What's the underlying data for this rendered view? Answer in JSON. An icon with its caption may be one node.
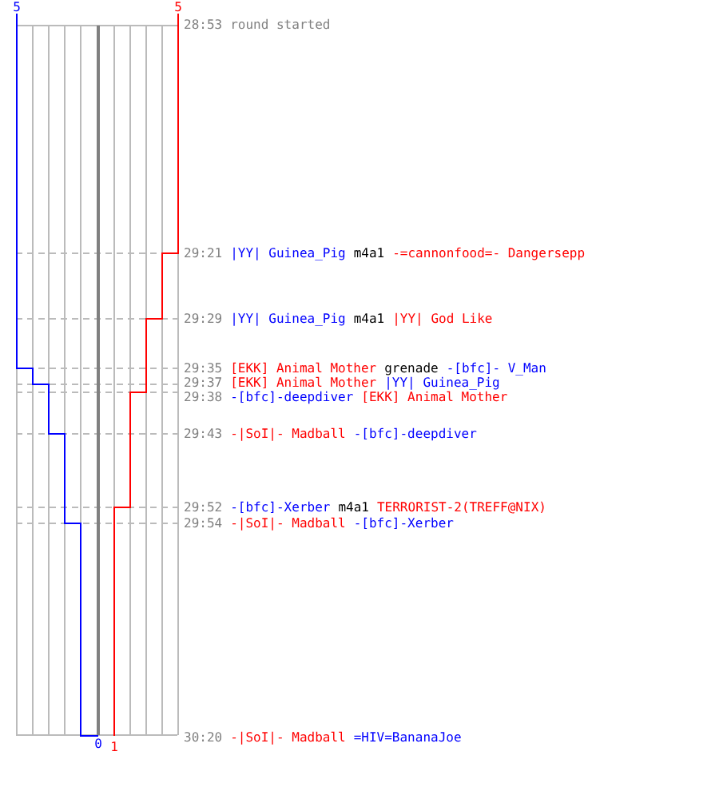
{
  "diagram": {
    "labels": [
      "5",
      "5",
      "28:53",
      "round started",
      "29:21",
      "|YY| Guinea_Pig",
      "m4a1",
      "-=cannonfood=- Dangersepp",
      "29:29",
      "|YY| Guinea_Pig",
      "m4a1",
      "|YY| God Like",
      "29:35",
      "[EKK] Animal Mother",
      "grenade",
      "-[bfc]- V_Man",
      "29:37",
      "[EKK] Animal Mother",
      "|YY| Guinea_Pig",
      "29:38",
      "-[bfc]-deepdiver",
      "[EKK] Animal Mother",
      "29:43",
      "-|SoI|- Madball",
      "-[bfc]-deepdiver",
      "29:52",
      "-[bfc]-Xerber",
      "m4a1",
      "TERRORIST-2(TREFF@NIX)",
      "29:54",
      "-|SoI|- Madball",
      "-[bfc]-Xerber",
      "0",
      "1",
      "30:20",
      "-|SoI|- Madball",
      "=HIV=BananaJoe"
    ]
  }
}
